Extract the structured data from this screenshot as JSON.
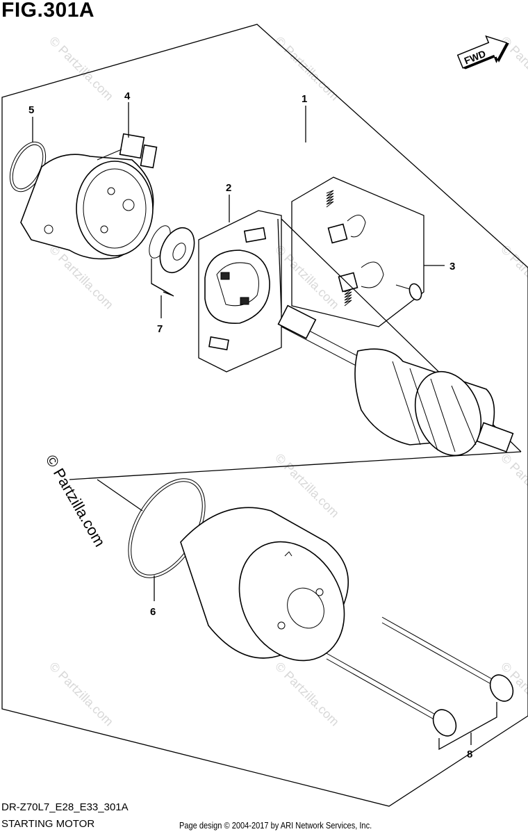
{
  "figure": {
    "title": "FIG.301A",
    "model_code": "DR-Z70L7_E28_E33_301A",
    "caption": "STARTING MOTOR",
    "credit": "Page design © 2004-2017 by ARI Network Services, Inc."
  },
  "fwd_label": "FWD",
  "watermark": "© Partzilla.com",
  "callouts": [
    {
      "num": "1",
      "part": "starter-motor-assembly"
    },
    {
      "num": "2",
      "part": "brush-holder-set"
    },
    {
      "num": "3",
      "part": "brush-set"
    },
    {
      "num": "4",
      "part": "rear-housing"
    },
    {
      "num": "5",
      "part": "o-ring"
    },
    {
      "num": "6",
      "part": "o-ring"
    },
    {
      "num": "7",
      "part": "washer-set"
    },
    {
      "num": "8",
      "part": "bolt-set"
    }
  ]
}
